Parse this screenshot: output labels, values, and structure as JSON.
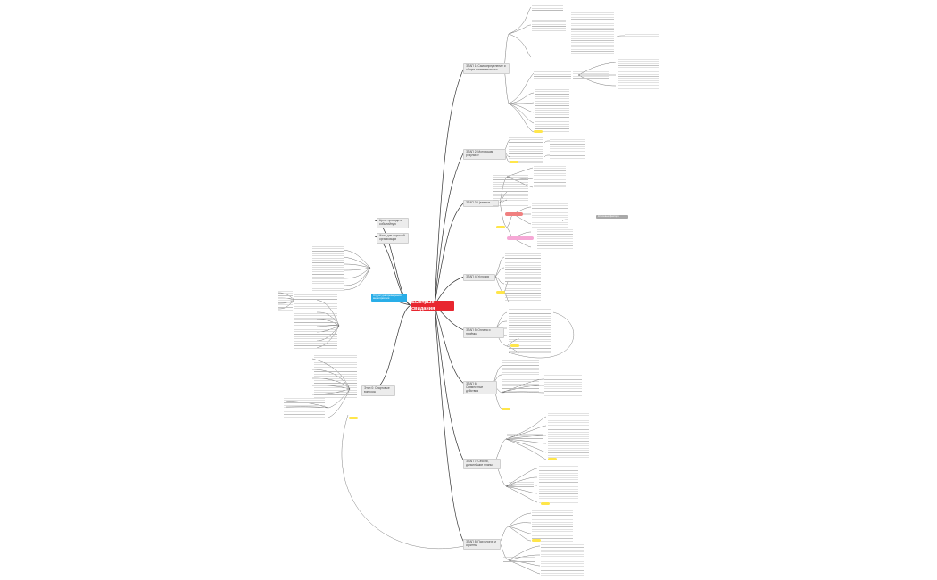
{
  "root": {
    "label": "Быстрые свидания"
  },
  "steps": [
    {
      "label": "ЭТАП 1: Самоопределение и общие компетентности"
    },
    {
      "label": "ЭТАП 2: Мотивация результат"
    },
    {
      "label": "ЭТАП 3: Целевые"
    },
    {
      "label": "ЭТАП 4: Условия"
    },
    {
      "label": "ЭТАП 5: Оплата и приёмка"
    },
    {
      "label": "ЭТАП 6: Совместные действия"
    },
    {
      "label": "ЭТАП 7: Сессии, дальнейшие планы"
    },
    {
      "label": "ЭТАП 8: Психология и скрипты"
    },
    {
      "label": "Этап 0: Стартовые вопросы"
    }
  ],
  "left_branches": [
    {
      "label": "Цель: проводить событийную"
    },
    {
      "label": "Итог: для хорошей организации"
    },
    {
      "label": "Структура проведения мероприятия"
    }
  ],
  "floating": {
    "label": "Ключевые факторы"
  },
  "colors": {
    "root": "#e8262f",
    "yellow": "#ffe64a",
    "blue": "#29aee8",
    "red": "#f08080",
    "pink": "#f6a8d6",
    "link": "#333333"
  }
}
